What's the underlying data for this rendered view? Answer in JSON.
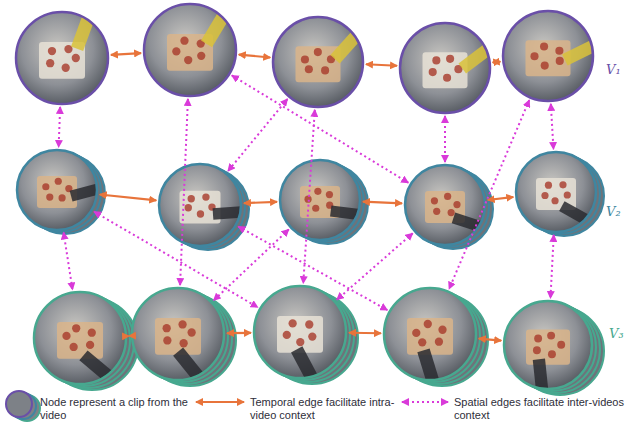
{
  "diagram": {
    "labels": [
      "V₁",
      "V₂",
      "V₃"
    ],
    "legend": [
      {
        "text": "Node represent a clip from the video"
      },
      {
        "text": "Temporal edge facilitate intra-video context"
      },
      {
        "text": "Spatial edges facilitate inter-videos context"
      }
    ]
  }
}
